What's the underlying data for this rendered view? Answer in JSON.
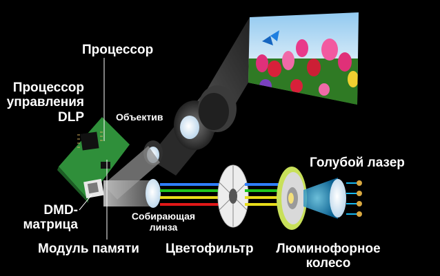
{
  "labels": {
    "processor": "Процессор",
    "dlp_processor": [
      "Процессор",
      "управления",
      "DLP"
    ],
    "lens": "Объектив",
    "blue_laser": "Голубой лазер",
    "dmd": [
      "DMD-",
      "матрица"
    ],
    "collecting_lens": [
      "Собирающая",
      "линза"
    ],
    "memory_module": "Модуль памяти",
    "color_filter": "Цветофильтр",
    "phosphor_wheel": [
      "Люминофорное",
      "колесо"
    ]
  },
  "colors": {
    "background": "#000000",
    "text": "#ffffff",
    "blue_beam": "#2f7fff",
    "green_beam": "#1fc41f",
    "yellow_beam": "#e8dc1a",
    "red_beam": "#e01818",
    "laser_glow": "#19b8f0",
    "board": "#2f8f3a"
  },
  "icons": {
    "projected_image": "tulips-butterfly-image"
  }
}
